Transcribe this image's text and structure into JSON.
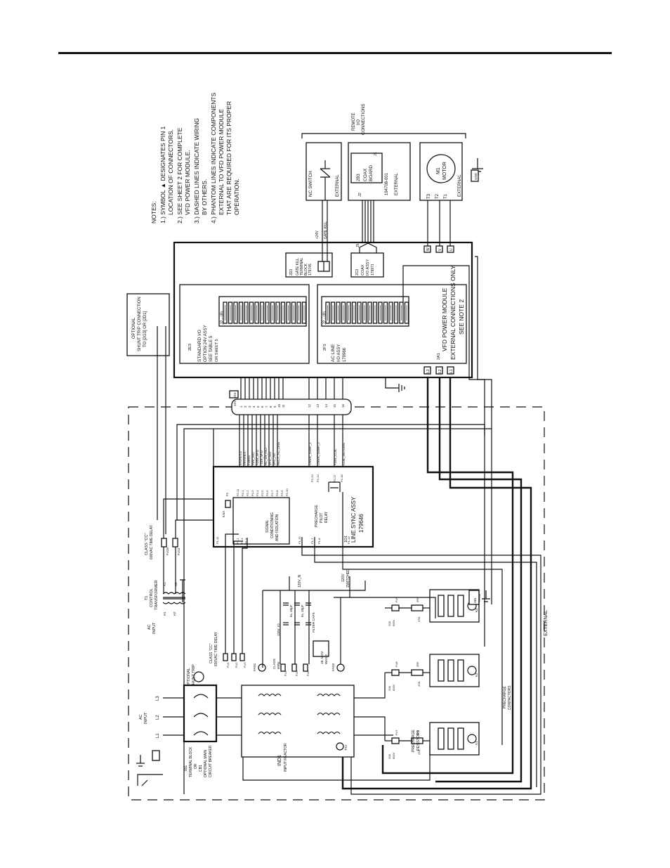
{
  "notes": {
    "heading": "NOTES:",
    "lines": [
      "1.) SYMBOL ▲ DESIGNATES PIN 1",
      "    LOCATION OF CONNECTORS.",
      "2.) SEE SHEET 2 FOR COMPLETE",
      "    VFD POWER MODULE.",
      "3.) DASHED LINES INDICATE WIRING",
      "    BY OTHERS.",
      "4.) PHANTOM LINES INDICATE COMPONENTS",
      "    EXTERNAL TO VFD POWER MODULE",
      "    THAT ARE REQUIRED FOR ITS PROPER",
      "    OPERATION."
    ]
  },
  "remote": {
    "label1": "REMOTE",
    "label2": "I/O",
    "label3": "CONNECTIONS"
  },
  "nc_switch": {
    "label": "NC SWITCH",
    "ext": "EXTERNAL"
  },
  "coax_board": {
    "ref": "2B3",
    "name1": "COAX",
    "name2": "BOARD",
    "part": "194708-001",
    "ext": "EXTERNAL",
    "j1": "J1",
    "j2": "J2"
  },
  "motor": {
    "name1": "M1",
    "name2": "MOTOR",
    "ext": "EXTERNAL",
    "t1": "T1",
    "t2": "T2",
    "t3": "T3",
    "gnd": "GND"
  },
  "gate_kill": {
    "ref": "2D3",
    "l1": "GATE KILL",
    "l2": "TERMINAL",
    "l3": "BLOCK",
    "l4": "179745",
    "w1": "+24V",
    "w2": "GATE KILL"
  },
  "coax_io": {
    "ref": "2C3",
    "l1": "COAX",
    "l2": "I/O ASSY",
    "l3": "179971",
    "j5": "J5"
  },
  "vfd_module": {
    "ref": "2A1",
    "l1": "VFD POWER MODULE",
    "l2": "EXTERNAL CONNECTIONS ONLY",
    "l3": "SEE NOTE 2",
    "terms": [
      "U",
      "V",
      "W"
    ],
    "lines": [
      "L1",
      "L2",
      "L3"
    ]
  },
  "std_io": {
    "ref": "2E3",
    "l1": "STANDARD I/O",
    "l2": "OPTION 24V ASSY",
    "l3": "SEE TABLE 5",
    "l4": "OR SHEET 5",
    "conn": "J2 - (8)"
  },
  "ac_line_io": {
    "ref": "2F3",
    "l1": "AC LINE",
    "l2": "I/O ASSY",
    "l3": "179966",
    "conn": "J2 - (8)"
  },
  "shunt": {
    "l1": "OPTIONAL",
    "l2": "SHUNT TRIP CONNECTION",
    "l3": "TO [2G3] OR [2D1]"
  },
  "connector_ref": "1D1 - J10",
  "cable_pins": [
    "1",
    "2",
    "3",
    "4",
    "5",
    "6",
    "7",
    "8",
    "9",
    "10",
    "11",
    "12",
    "13",
    "14",
    "15",
    "16"
  ],
  "signals": [
    "/RSHUTD",
    "/ARSHUT",
    "FDINI1",
    "+5V_ISO",
    "+24V_VFD",
    "-24V_VFD",
    "AC_LN_ISO",
    "VFD_ISO",
    "VAC_N2",
    "RECT_AC_LINE",
    "OVER_TEMP_1",
    "OVER_TEMP_2",
    "+24V_COIL",
    "COIL_RETURN"
  ],
  "line_sync": {
    "ref": "1D1",
    "l1": "LINE SYNC ASSY",
    "l2": "179646",
    "sig1": "SIGNAL",
    "sig2": "CONDITIONING",
    "sig3": "AND ISOLATION",
    "pre1": "PRECHARGE",
    "pre2": "PILOT",
    "pre3": "RELAY",
    "fuse": "F1",
    "fuse_rating": "0.5A"
  },
  "control_xfmr": {
    "l1": "T1",
    "l2": "CONTROL",
    "l3": "TRANSFORMER",
    "h1": "H1",
    "h2": "H2",
    "x1": "X1",
    "x2": "X2",
    "input1": "AC",
    "input2": "INPUT"
  },
  "class_cc_1": {
    "l1": "CLASS \"CC\"",
    "l2": "600VAC TIME DELAY",
    "fuse": "FU10",
    "fuse2": "FU11"
  },
  "class_cc_2": {
    "l1": "CLASS \"CC\"",
    "l2": "600VAC TIME DELAY",
    "f1": "FU1",
    "f2": "FU2",
    "f3": "FU3"
  },
  "shunt_trip": {
    "l1": "OPTIONAL",
    "l2": "SHUNT TRIP"
  },
  "fans": {
    "f1": "FAN1",
    "f2": "FAN2",
    "f3": "FAN3",
    "f4": "FAN4"
  },
  "mid_fuses": {
    "l1": "CLASS",
    "l2": "600V",
    "f4": "FU4",
    "f5": "FU5",
    "f6": "FU6"
  },
  "filter_caps": {
    "l1": "120V_IO",
    "l2": "120V_N",
    "c1": "C1",
    "c2": "C2",
    "c3": "C3",
    "cap_val": "6x, 40μF",
    "filter": "FILTER CAPS",
    "mov": "1B, MOV",
    "mov2": "WAS 2"
  },
  "line_labels": {
    "v1": "120V_N",
    "v2": "120V",
    "v3": "SWITCHED"
  },
  "ac_input": {
    "l1": "AC",
    "l2": "INPUT",
    "phases": [
      "L1",
      "L2",
      "L3"
    ]
  },
  "tb1": {
    "l1": "TB1",
    "l2": "TERMINAL BLOCK",
    "l3": "OR",
    "l4": "CB1",
    "l5": "OPTIONAL MAIN",
    "l6": "CIRCUIT BREAKER"
  },
  "reactor": {
    "ref": "IND1",
    "name": "INPUT REACTOR",
    "tsw": "TS1"
  },
  "precharge": {
    "fuses": [
      "FU7",
      "FU8",
      "FU9"
    ],
    "fuse_rating1": "20A",
    "fuse_rating2": "600V",
    "resistors": [
      "2R4",
      "2R5",
      "2R6"
    ],
    "res_val": "47Ω",
    "res_label1": "PRECHARGE",
    "res_label2": "RESISTORS",
    "contactors": [
      "K1",
      "K2",
      "K3"
    ],
    "cont_label1": "PRECHARGE",
    "cont_label2": "CONTACTORS"
  },
  "fan_gnd": "2B1",
  "external": "EXTERNAL",
  "gnd_refs": {
    "g1": "2B9",
    "g2": "2C0"
  }
}
